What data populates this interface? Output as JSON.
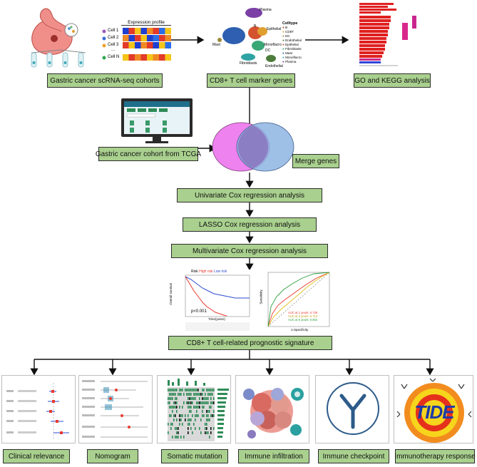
{
  "boxes": {
    "scrna": "Gastric cancer scRNA-seq cohorts",
    "marker": "CD8+ T cell marker genes",
    "go_kegg": "GO and KEGG analysis",
    "tcga": "Gastric cancer cohort from TCGA",
    "merge": "Merge genes",
    "univariate": "Univariate Cox regression analysis",
    "lasso": "LASSO Cox regression analysis",
    "multivariate": "Multivariate Cox regression analysis",
    "signature": "CD8+ T cell-related prognostic signature",
    "clinical": "Clinical relevance",
    "nomogram": "Nomogram",
    "somatic": "Somatic mutation",
    "immune_infiltration": "Immune infiltration",
    "immune_checkpoint": "Immune checkpoint",
    "immunotherapy": "Immunotherapy response"
  },
  "expression_profile": {
    "title": "Expression profile",
    "rows": [
      "Cell 1",
      "Cell 2",
      "Cell 3",
      "Cell N"
    ],
    "ellipsis": "..."
  },
  "umap": {
    "legend_title": "Celltype",
    "legend_items": [
      "B",
      "CD8T",
      "DC",
      "Endothelial",
      "Epithelial",
      "Fibroblasts",
      "Mast",
      "Monoflacro",
      "Plasma"
    ],
    "cluster_labels": [
      "Plasma",
      "B",
      "Epithelial",
      "Mast",
      "Fibroblasts",
      "Endothelial",
      "Monoflacro",
      "DC"
    ]
  },
  "km": {
    "legend": [
      "Risk",
      "High risk",
      "Low risk"
    ],
    "pvalue": "p<0.001",
    "ylabel": "Overall survival",
    "xlabel": "Time(years)"
  },
  "roc": {
    "ylabel": "Sensitivity",
    "xlabel": "1-Specificity",
    "legend": [
      "AUC at 1 years: 0.728",
      "AUC at 3 years: 0.714",
      "AUC at 5 years: 0.802"
    ]
  },
  "tide_logo": "TIDE",
  "colors": {
    "box_fill": "#a9d08e",
    "venn_left": "#ee82ee",
    "venn_right": "#8db4e2",
    "high_risk": "#e8392e",
    "low_risk": "#2b4bd1"
  }
}
